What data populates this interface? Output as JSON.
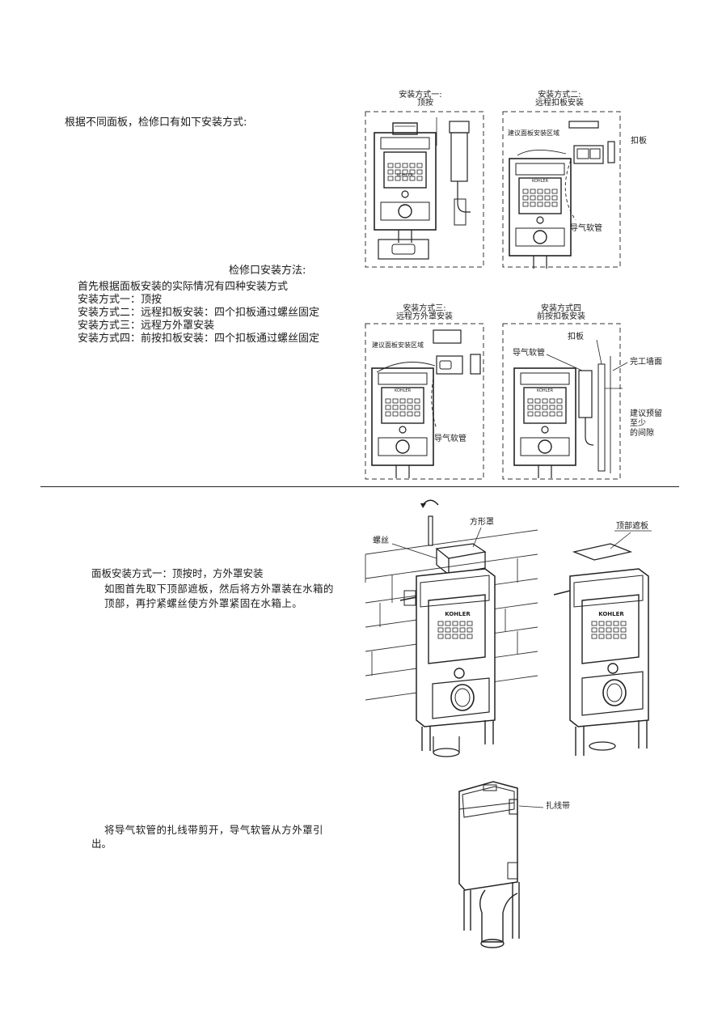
{
  "intro": {
    "heading": "根据不同面板，检修口有如下安装方式:",
    "method_title": "检修口安装方法:",
    "lines": [
      "首先根据面板安装的实际情况有四种安装方式",
      "安装方式一：顶按",
      "安装方式二：远程扣板安装：四个扣板通过螺丝固定",
      "安装方式三：远程方外罩安装",
      "安装方式四：前按扣板安装：四个扣板通过螺丝固定"
    ]
  },
  "figures": {
    "fig1": {
      "title_1": "安装方式一:",
      "title_2": "顶按",
      "brand": "KOHLER"
    },
    "fig2": {
      "title_1": "安装方式二:",
      "title_2": "远程扣板安装",
      "area_label": "建议面板安装区域",
      "plate_label": "扣板",
      "tube_label": "导气软管",
      "brand": "KOHLER"
    },
    "fig3": {
      "title_1": "安装方式三:",
      "title_2": "远程方外罩安装",
      "area_label": "建议面板安装区域",
      "tube_label": "导气软管",
      "brand": "KOHLER"
    },
    "fig4": {
      "title_1": "安装方式四",
      "title_2": "前按扣板安装",
      "plate_label": "扣板",
      "tube_label": "导气软管",
      "wall_label": "完工墙面",
      "gap_1": "建议预留",
      "gap_2": "至少",
      "gap_3": "的间隙",
      "brand": "KOHLER"
    }
  },
  "step1": {
    "title": "面板安装方式一：顶按时，方外罩安装",
    "body_1": "如图首先取下顶部遮板，然后将方外罩装在水箱的",
    "body_2": "顶部，再拧紧螺丝使方外罩紧固在水箱上。",
    "screw_label": "螺丝",
    "cover_label": "方形罩",
    "top_plate_label": "顶部遮板",
    "brand": "KOHLER"
  },
  "step2": {
    "body_1": "将导气软管的扎线带剪开，导气软管从方外罩引",
    "body_2": "出。",
    "tie_label": "扎线带"
  }
}
